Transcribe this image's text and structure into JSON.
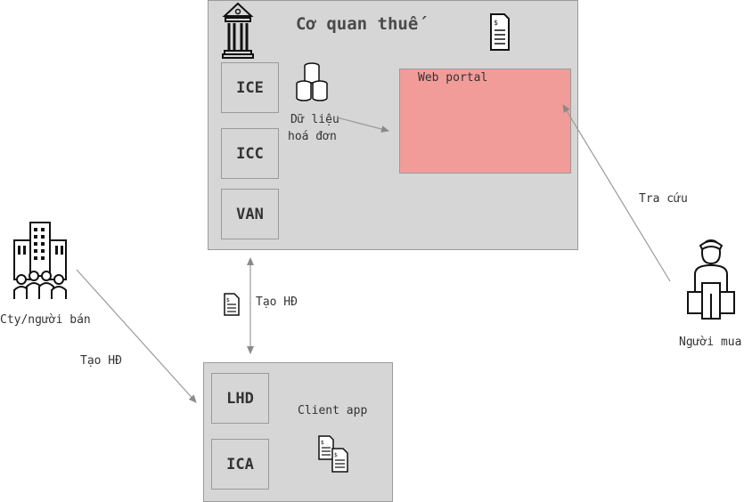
{
  "tax_authority": {
    "title": "Cơ quan thuế",
    "modules": [
      "ICE",
      "ICC",
      "VAN"
    ],
    "invoice_data_label_1": "Dữ liệu",
    "invoice_data_label_2": "hoá đơn",
    "web_portal_label": "Web portal"
  },
  "client_app": {
    "title": "Client app",
    "modules": [
      "LHD",
      "ICA"
    ]
  },
  "seller": {
    "label": "Cty/người bán"
  },
  "buyer": {
    "label": "Người mua"
  },
  "edges": {
    "seller_to_client": "Tạo HĐ",
    "client_to_tax": "Tạo HĐ",
    "buyer_to_portal": "Tra cứu"
  },
  "colors": {
    "panel": "#d6d6d6",
    "portal": "#f19c99",
    "arrow": "#9a9a9a"
  }
}
